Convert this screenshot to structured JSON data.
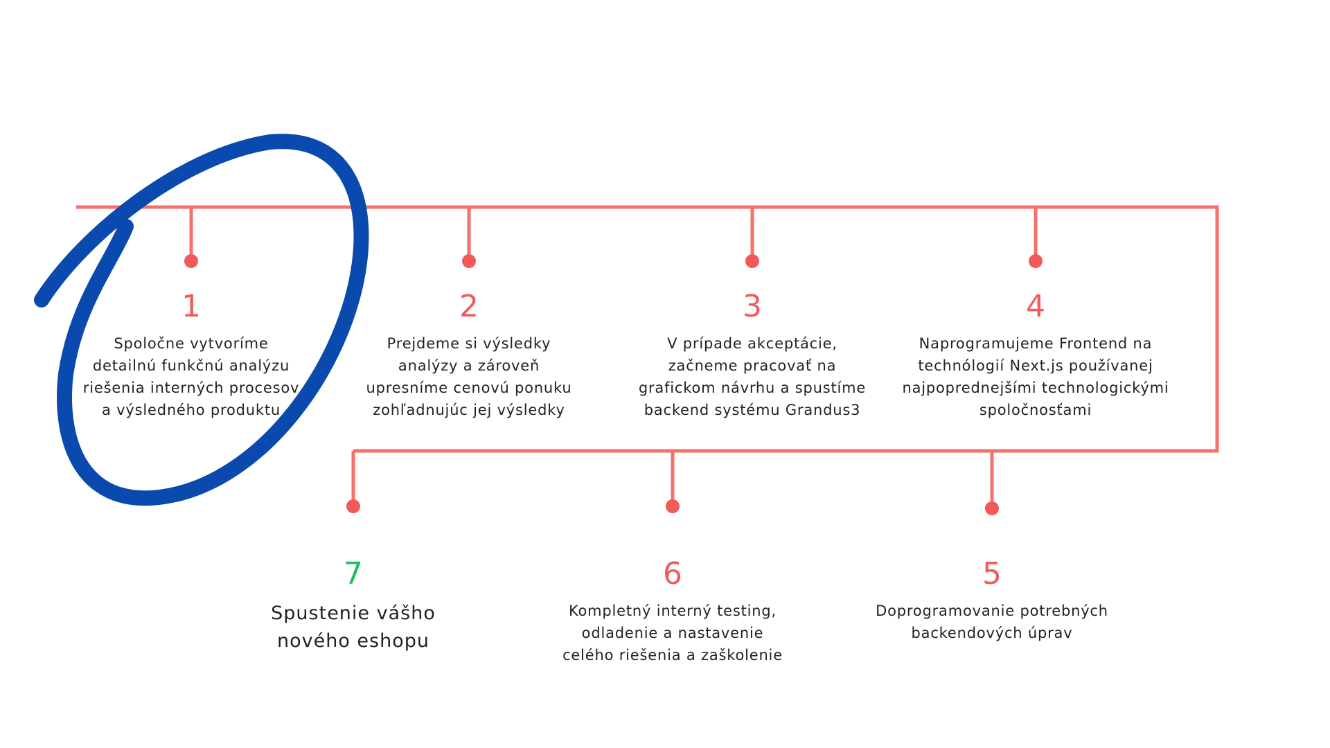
{
  "colors": {
    "line": "#f7706a",
    "dot": "#f25a5a",
    "number": "#f25a5a",
    "final_number": "#1bbf5f",
    "highlight_circle": "#0a49ad",
    "text": "#222222"
  },
  "steps": [
    {
      "number": "1",
      "text": "Spoločne vytvoríme detailnú funkčnú analýzu riešenia interných procesov a výsledného produktu"
    },
    {
      "number": "2",
      "text": "Prejdeme si výsledky analýzy a zároveň upresníme cenovú ponuku zohľadnujúc jej výsledky"
    },
    {
      "number": "3",
      "text": "V prípade akceptácie, začneme pracovať na grafickom návrhu a spustíme backend systému Grandus3"
    },
    {
      "number": "4",
      "text": "Naprogramujeme Frontend na technólogií Next.js používanej najpoprednejšími technologickými spoločnosťami"
    },
    {
      "number": "5",
      "text": "Doprogramovanie potrebných backendových úprav"
    },
    {
      "number": "6",
      "text": "Kompletný interný testing, odladenie a nastavenie celého riešenia a zaškolenie"
    },
    {
      "number": "7",
      "text": "Spustenie vášho nového eshopu"
    }
  ]
}
